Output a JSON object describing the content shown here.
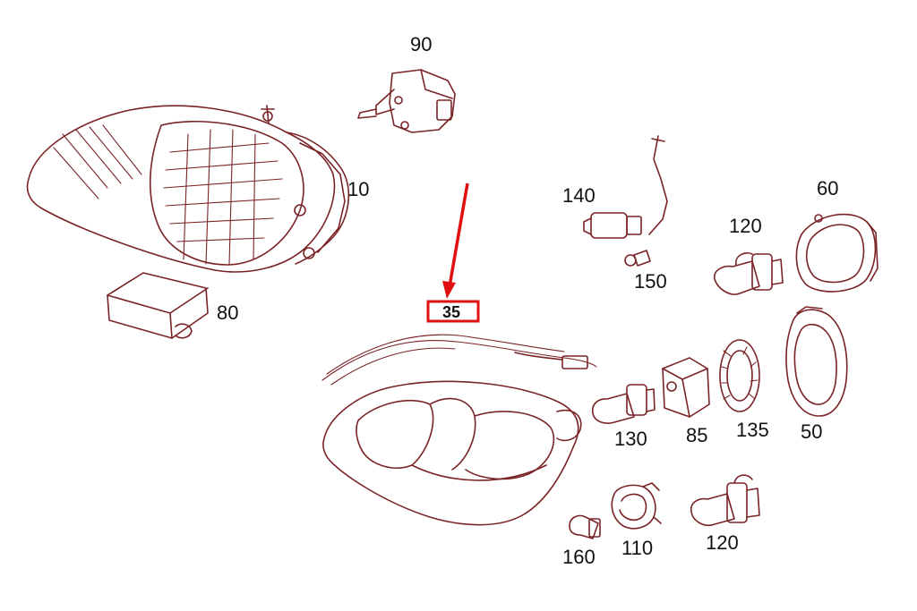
{
  "colors": {
    "line_art": "#7a2326",
    "highlight": "#e01010",
    "label_text": "#111111",
    "background": "#ffffff"
  },
  "labels": {
    "p10": "10",
    "p35": "35",
    "p50": "50",
    "p60": "60",
    "p80": "80",
    "p85": "85",
    "p90": "90",
    "p110": "110",
    "p120a": "120",
    "p120b": "120",
    "p130": "130",
    "p135": "135",
    "p140": "140",
    "p150": "150",
    "p160": "160"
  }
}
